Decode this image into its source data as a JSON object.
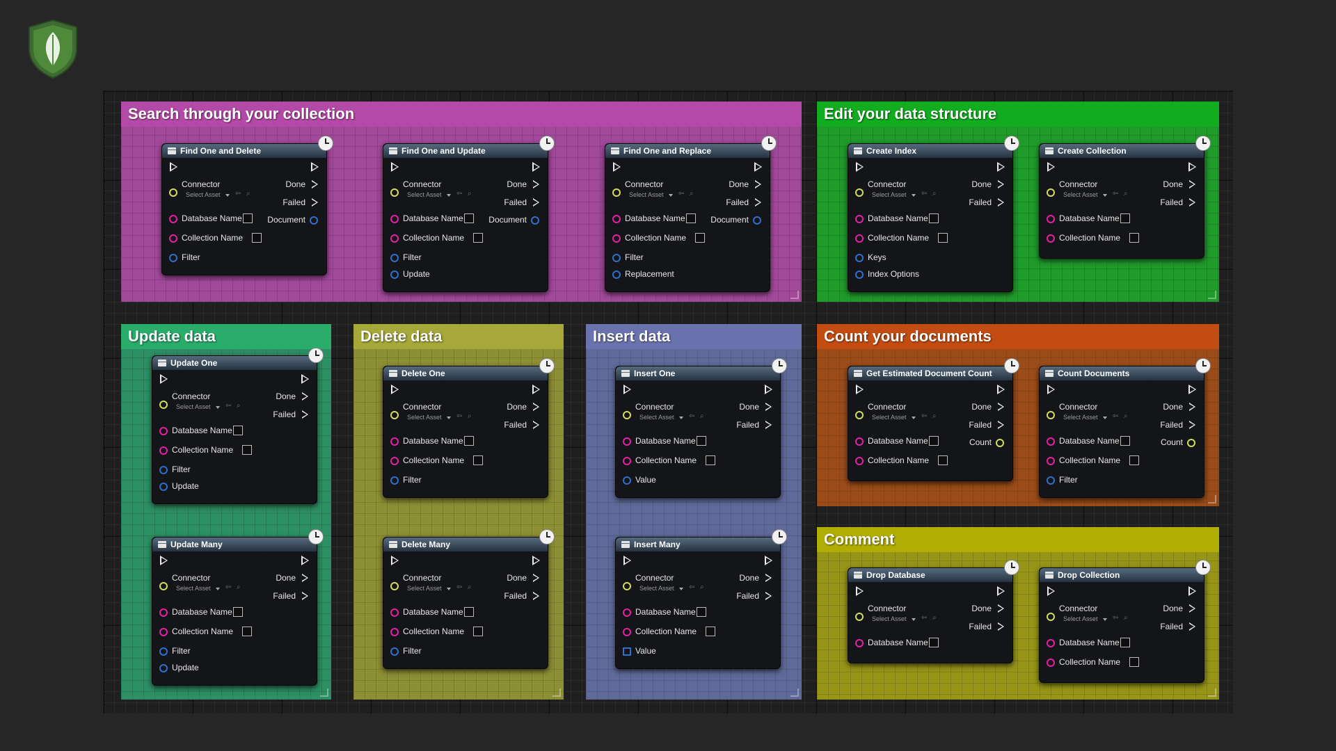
{
  "labels": {
    "connector": "Connector",
    "select_asset": "Select Asset",
    "database_name": "Database Name",
    "collection_name": "Collection Name",
    "done": "Done",
    "failed": "Failed"
  },
  "groups": [
    {
      "name": "search",
      "title": "Search through your collection",
      "color": "#a2499a",
      "title_color": "#b44aa8"
    },
    {
      "name": "edit",
      "title": "Edit your data structure",
      "color": "#1f9b2a",
      "title_color": "#11ac1f"
    },
    {
      "name": "update",
      "title": "Update data",
      "color": "#2d8f64",
      "title_color": "#2aac6a"
    },
    {
      "name": "delete",
      "title": "Delete data",
      "color": "#8d8f34",
      "title_color": "#a6a83a"
    },
    {
      "name": "insert",
      "title": "Insert data",
      "color": "#606a9a",
      "title_color": "#6a73ad"
    },
    {
      "name": "count",
      "title": "Count your documents",
      "color": "#9b4c19",
      "title_color": "#c24c12"
    },
    {
      "name": "comment",
      "title": "Comment",
      "color": "#969518",
      "title_color": "#b0ad05"
    }
  ],
  "nodes": [
    {
      "title": "Find One and Delete",
      "rows": [
        {
          "pin": "str",
          "label": "Database Name",
          "box": true
        },
        {
          "pin": "str",
          "label": "Collection Name",
          "box": true
        },
        {
          "pin": "obj",
          "label": "Filter"
        }
      ],
      "outputs": [
        {
          "label": "Document",
          "pin": "obj"
        }
      ]
    },
    {
      "title": "Find One and Update",
      "rows": [
        {
          "pin": "str",
          "label": "Database Name",
          "box": true
        },
        {
          "pin": "str",
          "label": "Collection Name",
          "box": true
        },
        {
          "pin": "obj",
          "label": "Filter"
        },
        {
          "pin": "obj",
          "label": "Update"
        }
      ],
      "outputs": [
        {
          "label": "Document",
          "pin": "obj"
        }
      ]
    },
    {
      "title": "Find One and Replace",
      "rows": [
        {
          "pin": "str",
          "label": "Database Name",
          "box": true
        },
        {
          "pin": "str",
          "label": "Collection Name",
          "box": true
        },
        {
          "pin": "obj",
          "label": "Filter"
        },
        {
          "pin": "obj",
          "label": "Replacement"
        }
      ],
      "outputs": [
        {
          "label": "Document",
          "pin": "obj"
        }
      ]
    },
    {
      "title": "Create Index",
      "rows": [
        {
          "pin": "str",
          "label": "Database Name",
          "box": true
        },
        {
          "pin": "str",
          "label": "Collection Name",
          "box": true
        },
        {
          "pin": "obj",
          "label": "Keys"
        },
        {
          "pin": "obj",
          "label": "Index Options"
        }
      ],
      "outputs": []
    },
    {
      "title": "Create Collection",
      "rows": [
        {
          "pin": "str",
          "label": "Database Name",
          "box": true
        },
        {
          "pin": "str",
          "label": "Collection Name",
          "box": true
        }
      ],
      "outputs": []
    },
    {
      "title": "Update One",
      "rows": [
        {
          "pin": "str",
          "label": "Database Name",
          "box": true
        },
        {
          "pin": "str",
          "label": "Collection Name",
          "box": true
        },
        {
          "pin": "obj",
          "label": "Filter"
        },
        {
          "pin": "obj",
          "label": "Update"
        }
      ],
      "outputs": []
    },
    {
      "title": "Update Many",
      "rows": [
        {
          "pin": "str",
          "label": "Database Name",
          "box": true
        },
        {
          "pin": "str",
          "label": "Collection Name",
          "box": true
        },
        {
          "pin": "obj",
          "label": "Filter"
        },
        {
          "pin": "obj",
          "label": "Update"
        }
      ],
      "outputs": []
    },
    {
      "title": "Delete One",
      "rows": [
        {
          "pin": "str",
          "label": "Database Name",
          "box": true
        },
        {
          "pin": "str",
          "label": "Collection Name",
          "box": true
        },
        {
          "pin": "obj",
          "label": "Filter"
        }
      ],
      "outputs": []
    },
    {
      "title": "Delete Many",
      "rows": [
        {
          "pin": "str",
          "label": "Database Name",
          "box": true
        },
        {
          "pin": "str",
          "label": "Collection Name",
          "box": true
        },
        {
          "pin": "obj",
          "label": "Filter"
        }
      ],
      "outputs": []
    },
    {
      "title": "Insert One",
      "rows": [
        {
          "pin": "str",
          "label": "Database Name",
          "box": true
        },
        {
          "pin": "str",
          "label": "Collection Name",
          "box": true
        },
        {
          "pin": "obj",
          "label": "Value"
        }
      ],
      "outputs": []
    },
    {
      "title": "Insert Many",
      "rows": [
        {
          "pin": "str",
          "label": "Database Name",
          "box": true
        },
        {
          "pin": "str",
          "label": "Collection Name",
          "box": true
        },
        {
          "pin": "tbl",
          "label": "Value"
        }
      ],
      "outputs": []
    },
    {
      "title": "Get Estimated Document Count",
      "rows": [
        {
          "pin": "str",
          "label": "Database Name",
          "box": true
        },
        {
          "pin": "str",
          "label": "Collection Name",
          "box": true
        }
      ],
      "outputs": [
        {
          "label": "Count",
          "pin": "int"
        }
      ]
    },
    {
      "title": "Count Documents",
      "rows": [
        {
          "pin": "str",
          "label": "Database Name",
          "box": true
        },
        {
          "pin": "str",
          "label": "Collection Name",
          "box": true
        },
        {
          "pin": "obj",
          "label": "Filter"
        }
      ],
      "outputs": [
        {
          "label": "Count",
          "pin": "int"
        }
      ]
    },
    {
      "title": "Drop Database",
      "rows": [
        {
          "pin": "str",
          "label": "Database Name",
          "box": true
        }
      ],
      "outputs": []
    },
    {
      "title": "Drop Collection",
      "rows": [
        {
          "pin": "str",
          "label": "Database Name",
          "box": true
        },
        {
          "pin": "str",
          "label": "Collection Name",
          "box": true
        }
      ],
      "outputs": []
    }
  ]
}
